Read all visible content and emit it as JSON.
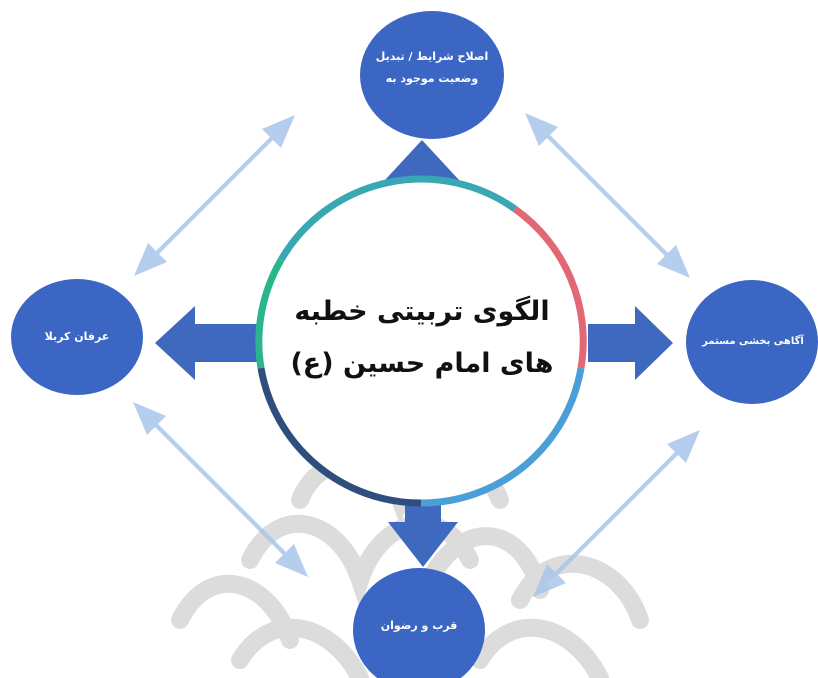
{
  "colors": {
    "node_fill": "#3b66c4",
    "solid_arrow": "#3f68bf",
    "light_arrow": "#a9c6ea",
    "ring_teal": "#3aa7b5",
    "ring_green": "#2bb58c",
    "ring_red": "#e26873",
    "ring_blue": "#4a9fd8",
    "ring_navy": "#2f4e7e",
    "watermark": "#d9d9d9"
  },
  "diagram": {
    "center_title_line1": "الگوی تربیتی خطبه",
    "center_title_line2": "های امام حسین (ع)",
    "nodes": {
      "top_line1": "اصلاح شرایط / تبدیل",
      "top_line2": "وضعیت موجود به",
      "left": "عرفان کربلا",
      "right": "آگاهی بخشی مستمر",
      "bottom": "قرب و رضوان"
    }
  }
}
